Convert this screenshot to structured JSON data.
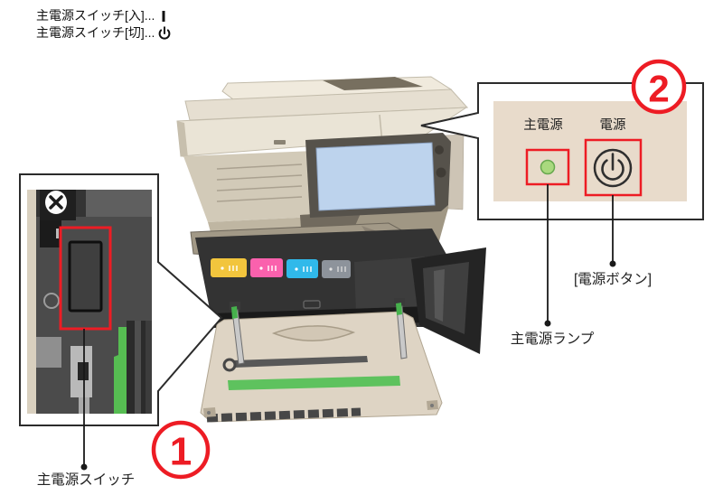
{
  "legend": {
    "line1": {
      "text": "主電源スイッチ[入]...",
      "icon": "power-on-bar-icon"
    },
    "line2": {
      "text": "主電源スイッチ[切]...",
      "icon": "power-standby-icon"
    }
  },
  "callouts": {
    "switch": {
      "number": "1",
      "caption": "主電源スイッチ"
    },
    "panel": {
      "number": "2",
      "lamp_label": "主電源",
      "power_label": "電源",
      "lamp_caption": "主電源ランプ",
      "power_caption": "[電源ボタン]"
    }
  },
  "machine": {
    "screen_color": "#bdd3ed",
    "toner_colors": [
      "#f2c53d",
      "#fa61ad",
      "#30b9ea",
      "#8d939b"
    ]
  },
  "colors": {
    "highlight_red": "#ed1c24",
    "lamp_green_fill": "#a9d97e",
    "lamp_green_stroke": "#67a84e",
    "panel_beige": "#e8dbcb",
    "door_green": "#5ec25e"
  }
}
